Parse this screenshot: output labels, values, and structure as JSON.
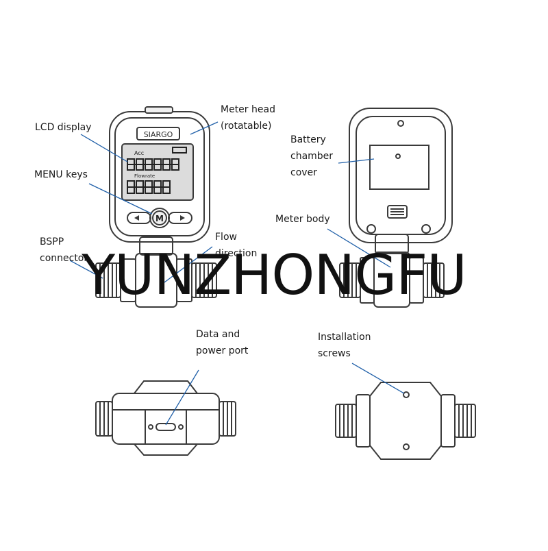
{
  "watermark": "YUNZHONGFU",
  "device": {
    "brand": "SIARGO",
    "key_label": "M"
  },
  "lcd": {
    "top_label": "Acc",
    "mid_label": "Flowrate"
  },
  "labels": {
    "lcd_display": [
      "LCD display"
    ],
    "menu_keys": [
      "MENU keys"
    ],
    "bspp_connector": [
      "BSPP",
      "connector"
    ],
    "flow_direction": [
      "Flow",
      "direction"
    ],
    "meter_head": [
      "Meter head",
      "(rotatable)"
    ],
    "battery_cover": [
      "Battery",
      "chamber",
      "cover"
    ],
    "meter_body": [
      "Meter body"
    ],
    "data_power_port": [
      "Data and",
      "power port"
    ],
    "installation_screws": [
      "Installation",
      "screws"
    ]
  },
  "colors": {
    "line": "#3a3a3a",
    "leader": "#1f5fa8",
    "lcd": "#dcdcdc",
    "ink": "#1a1a1a"
  }
}
